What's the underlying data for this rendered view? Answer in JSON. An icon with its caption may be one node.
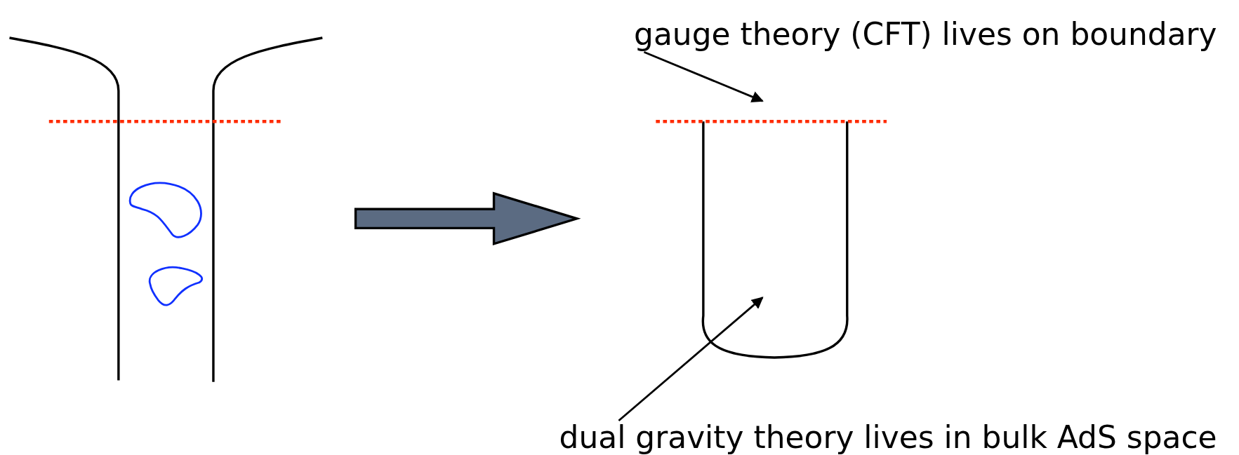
{
  "diagram": {
    "nodes": [
      {
        "text": [
          "gauge theory (CFT) lives on boundary"
        ]
      },
      {
        "text": [
          "dual gravity theory lives in bulk AdS space"
        ]
      },
      {
        "text": [],
        "shape": "picture"
      },
      {
        "text": [],
        "shape": "picture"
      }
    ],
    "edges": [
      {
        "from": 0,
        "to": 3,
        "arrow": "to"
      },
      {
        "from": 1,
        "to": 3,
        "arrow": "to"
      },
      {
        "from": 2,
        "to": 3,
        "arrow": "to",
        "style": "thick",
        "color": "#5b6b82"
      }
    ]
  }
}
